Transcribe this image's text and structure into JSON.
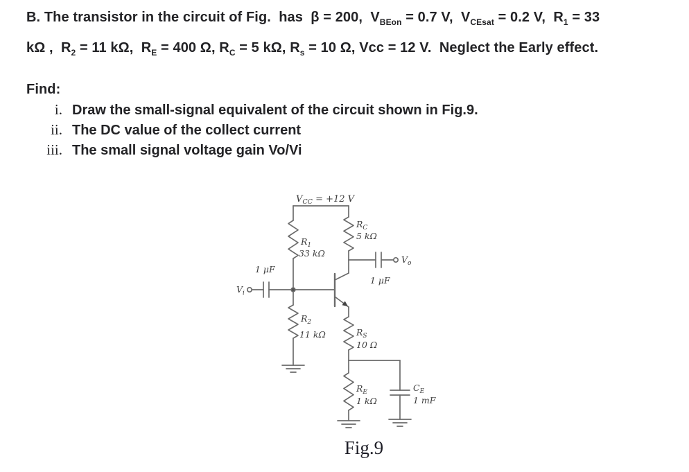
{
  "problem": {
    "line1": [
      {
        "t": "B. The transistor in the circuit of Fig.  has  β = 200,  V"
      },
      {
        "t": "BEon",
        "sub": true
      },
      {
        "t": " = 0.7 V,  V"
      },
      {
        "t": "CEsat",
        "sub": true
      },
      {
        "t": " = 0.2 V,  R"
      },
      {
        "t": "1",
        "sub": true
      },
      {
        "t": " = 33"
      }
    ],
    "line2": [
      {
        "t": "kΩ ,  R"
      },
      {
        "t": "2",
        "sub": true
      },
      {
        "t": " = 11 kΩ,  R"
      },
      {
        "t": "E",
        "sub": true
      },
      {
        "t": " = 400 Ω, R"
      },
      {
        "t": "C",
        "sub": true
      },
      {
        "t": " = 5 kΩ, R"
      },
      {
        "t": "s",
        "sub": true
      },
      {
        "t": " = 10 Ω, Vcc = 12 V.  Neglect the Early effect."
      }
    ]
  },
  "find": {
    "label": "Find:",
    "items": [
      {
        "num": "i.",
        "text": "Draw the small-signal equivalent of the circuit shown in Fig.9."
      },
      {
        "num": "ii.",
        "text": "The DC value of the collect current"
      },
      {
        "num": "iii.",
        "text": "The small signal voltage gain Vo/Vi"
      }
    ]
  },
  "figure": {
    "vcc": {
      "n": "V",
      "s": "CC",
      "rest": " = +12 V"
    },
    "r1": {
      "n": "R",
      "s": "1",
      "val": "33 kΩ"
    },
    "rc": {
      "n": "R",
      "s": "C",
      "val": "5 kΩ"
    },
    "r2": {
      "n": "R",
      "s": "2",
      "val": "11 kΩ"
    },
    "rs": {
      "n": "R",
      "s": "S",
      "val": "10 Ω"
    },
    "re": {
      "n": "R",
      "s": "E",
      "val": "1 kΩ"
    },
    "ce": {
      "n": "C",
      "s": "E",
      "val": "1 mF"
    },
    "cap_in": "1 μF",
    "cap_out": "1 μF",
    "vi": {
      "n": "V",
      "s": "i"
    },
    "vo": {
      "n": "V",
      "s": "o"
    },
    "caption": "Fig.9",
    "wire_color": "#6b6b6b",
    "label_color": "#3d3d3d"
  }
}
